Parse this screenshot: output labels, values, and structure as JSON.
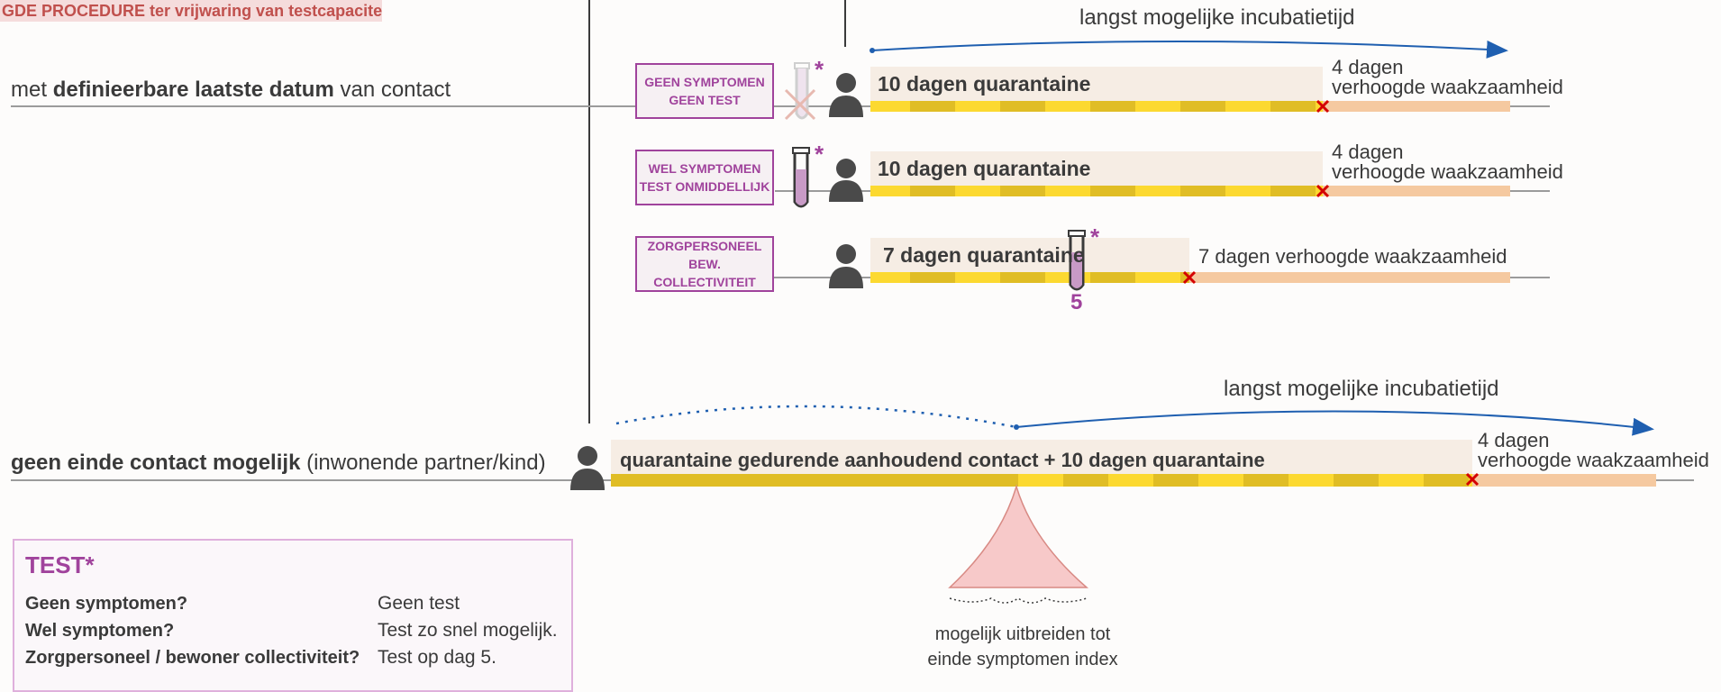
{
  "banner": "GDE PROCEDURE ter vrijwaring van testcapaciteit",
  "colors": {
    "purple": "#a0439c",
    "yellow": "#fcd930",
    "yellow_dark": "#e0bd25",
    "peach": "#f5c9a0",
    "blue": "#1f5fb0",
    "red_cross": "#d40000",
    "grey_line": "#9b9b9b"
  },
  "icons": [
    "person-icon",
    "test-tube-icon",
    "crossed-test-tube-icon",
    "cross-mark-icon",
    "arrow-icon"
  ],
  "row1": {
    "label_pre": "met ",
    "label_bold": "definieerbare laatste datum",
    "label_post": " van contact",
    "incubation": "langst mogelijke incubatietijd"
  },
  "cases": [
    {
      "line1": "GEEN SYMPTOMEN",
      "line2": "GEEN TEST",
      "quarantine": "10 dagen quarantaine",
      "after_line1": "4 dagen",
      "after_line2": "verhoogde waakzaamheid",
      "star": "*"
    },
    {
      "line1": "WEL SYMPTOMEN",
      "line2": "TEST ONMIDDELLIJK",
      "quarantine": "10 dagen quarantaine",
      "after_line1": "4 dagen",
      "after_line2": "verhoogde waakzaamheid",
      "star": "*"
    },
    {
      "line1": "ZORGPERSONEEL",
      "line2": "BEW. COLLECTIVITEIT",
      "quarantine": "7 dagen quarantaine",
      "after": "7 dagen verhoogde waakzaamheid",
      "test_day": "5",
      "star": "*"
    }
  ],
  "row2": {
    "label_bold": "geen einde contact mogelijk",
    "label_post": " (inwonende partner/kind)",
    "incubation": "langst mogelijke incubatietijd",
    "quarantine": "quarantaine gedurende aanhoudend contact + 10 dagen quarantaine",
    "after_line1": "4 dagen",
    "after_line2": "verhoogde waakzaamheid",
    "extend_line1": "mogelijk uitbreiden tot",
    "extend_line2": "einde symptomen index"
  },
  "test_legend": {
    "title": "TEST*",
    "rows": [
      {
        "q": "Geen symptomen?",
        "a": "Geen test"
      },
      {
        "q": "Wel symptomen?",
        "a": "Test zo snel mogelijk."
      },
      {
        "q": "Zorgpersoneel / bewoner collectiviteit?",
        "a": "Test op dag 5."
      }
    ]
  }
}
